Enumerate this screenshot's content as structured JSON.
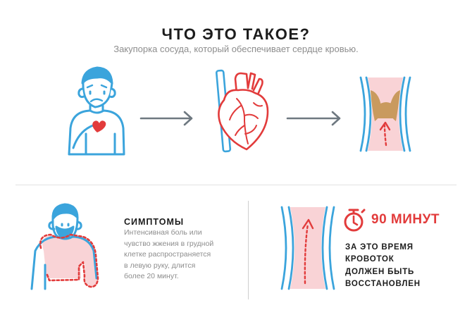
{
  "header": {
    "title": "ЧТО ЭТО ТАКОЕ?",
    "subtitle": "Закупорка сосуда, который обеспечивает сердце кровью."
  },
  "symptoms": {
    "title": "СИМПТОМЫ",
    "lines": [
      "Интенсивная боль или",
      "чувство жжения в грудной",
      "клетке распространяется",
      "в левую руку, длится",
      "более 20 минут."
    ]
  },
  "timer": {
    "label": "90 МИНУТ",
    "lines": [
      "ЗА ЭТО ВРЕМЯ",
      "КРОВОТОК",
      "ДОЛЖЕН БЫТЬ",
      "ВОССТАНОВЛЕН"
    ]
  },
  "colors": {
    "accent_red": "#e23b3b",
    "line_blue": "#3ba4dc",
    "skin_blue": "#a9d6f0",
    "pink_fill": "#f9d3d6",
    "plaque": "#c99a5e",
    "arrow_gray": "#6e7880"
  },
  "icons": [
    "sad-man-icon",
    "heart-icon",
    "arrow-right-icon",
    "anatomical-heart-icon",
    "blocked-artery-icon",
    "pain-area-man-icon",
    "open-artery-icon",
    "stopwatch-icon"
  ]
}
